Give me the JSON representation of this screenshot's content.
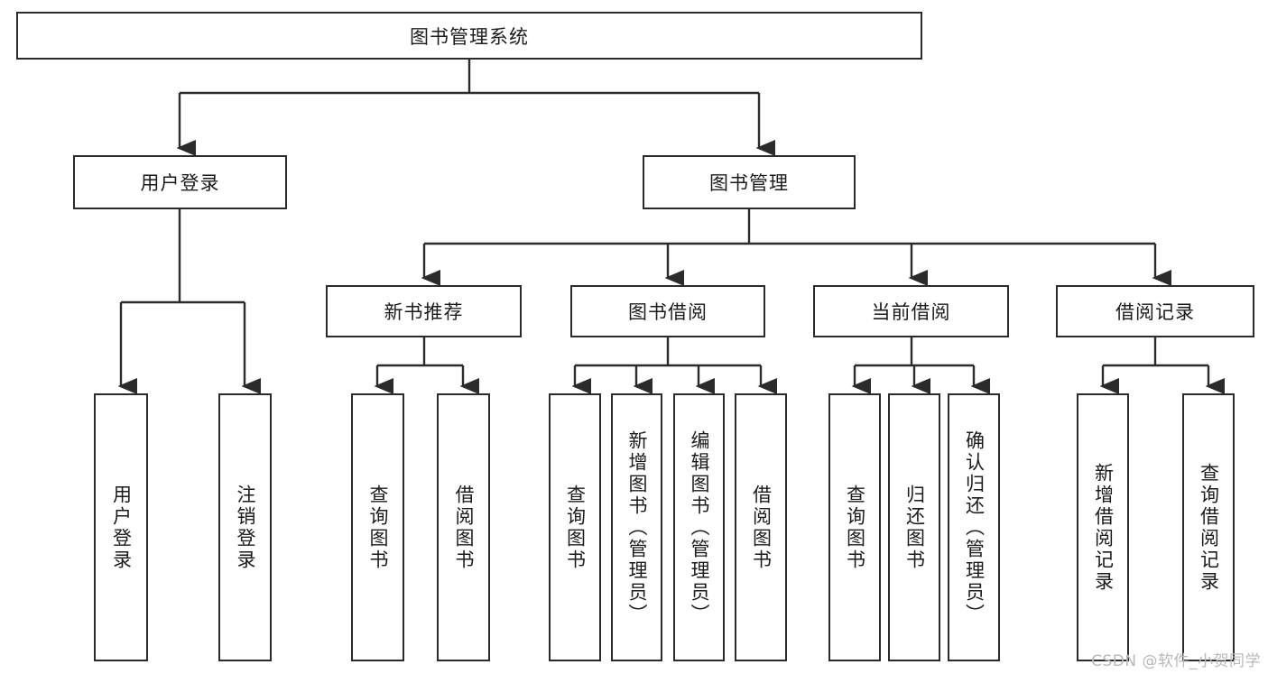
{
  "diagram": {
    "title": "图书管理系统",
    "type": "hierarchy-tree",
    "levels": 4,
    "colors": {
      "stroke": "#2b2b2b",
      "fill": "#ffffff",
      "text": "#1b1b1b",
      "watermark": "#b9b9b9"
    },
    "root": {
      "label": "图书管理系统"
    },
    "level2": [
      {
        "label": "用户登录"
      },
      {
        "label": "图书管理"
      }
    ],
    "level3": [
      {
        "label": "新书推荐"
      },
      {
        "label": "图书借阅"
      },
      {
        "label": "当前借阅"
      },
      {
        "label": "借阅记录"
      }
    ],
    "leaves": {
      "user_login": [
        {
          "label": "用户登录"
        },
        {
          "label": "注销登录"
        }
      ],
      "new_book_recommend": [
        {
          "label": "查询图书"
        },
        {
          "label": "借阅图书"
        }
      ],
      "book_borrow": [
        {
          "label": "查询图书"
        },
        {
          "label": "新增图书（管理员）"
        },
        {
          "label": "编辑图书（管理员）"
        },
        {
          "label": "借阅图书"
        }
      ],
      "current_borrow": [
        {
          "label": "查询图书"
        },
        {
          "label": "归还图书"
        },
        {
          "label": "确认归还（管理员）"
        }
      ],
      "borrow_record": [
        {
          "label": "新增借阅记录"
        },
        {
          "label": "查询借阅记录"
        }
      ]
    }
  },
  "watermark": {
    "text": "CSDN @软件_小贺同学"
  }
}
